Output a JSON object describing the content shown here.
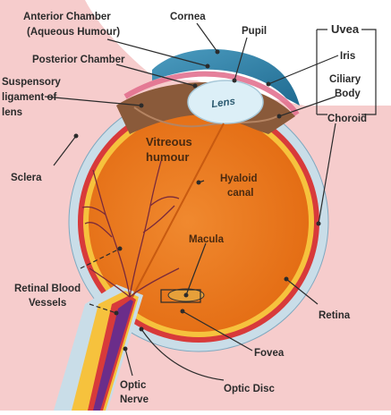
{
  "labels": {
    "anterior_chamber_1": "Anterior Chamber",
    "anterior_chamber_2": "(Aqueous Humour)",
    "cornea": "Cornea",
    "pupil": "Pupil",
    "uvea": "Uvea",
    "iris": "Iris",
    "ciliary_body_1": "Ciliary",
    "ciliary_body_2": "Body",
    "choroid": "Choroid",
    "posterior_chamber": "Posterior Chamber",
    "suspensory_1": "Suspensory",
    "suspensory_2": "ligament of",
    "suspensory_3": "lens",
    "lens": "Lens",
    "vitreous_1": "Vitreous",
    "vitreous_2": "humour",
    "hyaloid_1": "Hyaloid",
    "hyaloid_2": "canal",
    "sclera": "Sclera",
    "macula": "Macula",
    "retinal_vessels_1": "Retinal Blood",
    "retinal_vessels_2": "Vessels",
    "retina": "Retina",
    "fovea": "Fovea",
    "optic_disc": "Optic Disc",
    "optic_nerve_1": "Optic",
    "optic_nerve_2": "Nerve"
  },
  "colors": {
    "background_skin": "#f6cccc",
    "sclera": "#c9dde8",
    "choroid": "#d83a3a",
    "retina": "#f6c23d",
    "vitreous": "#e8751f",
    "cornea": "#3d8fb5",
    "lens": "#dceff7",
    "ciliary": "#8a5a3a"
  }
}
